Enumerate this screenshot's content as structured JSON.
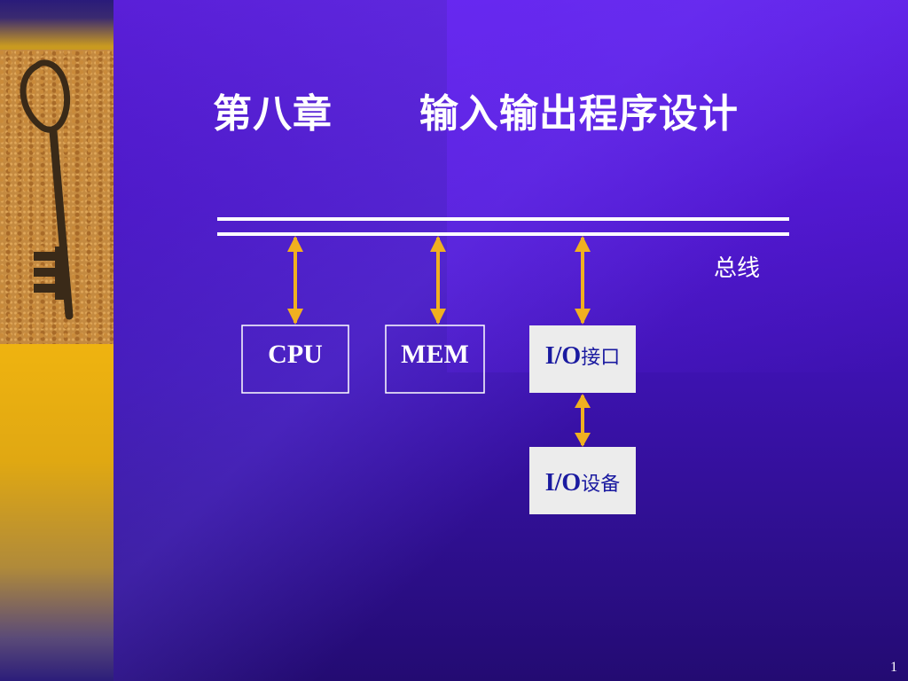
{
  "slide": {
    "title": "第八章      输入输出程序设计",
    "page_number": "1"
  },
  "diagram": {
    "bus_label": "总线",
    "boxes": {
      "cpu": "CPU",
      "mem": "MEM",
      "io_interface_prefix": "I/O",
      "io_interface_suffix": "接口",
      "io_device_prefix": "I/O",
      "io_device_suffix": "设备"
    }
  },
  "colors": {
    "bus_line": "#ffffff",
    "arrow": "#f0b020",
    "box_text_light": "#ffffff",
    "box_text_dark": "#1a1aa0",
    "io_box_fill": "#ececec"
  }
}
